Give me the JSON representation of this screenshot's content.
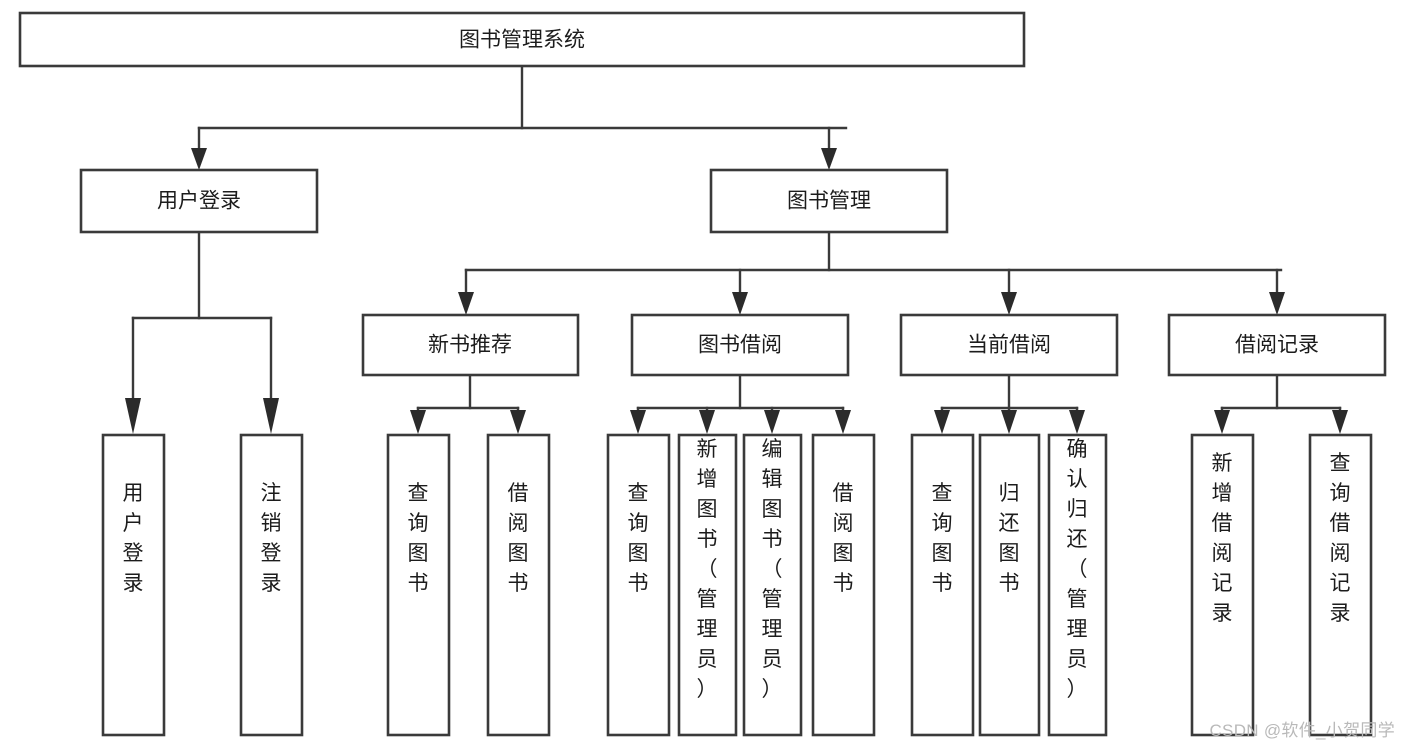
{
  "diagram": {
    "type": "tree",
    "title": "图书管理系统",
    "orientation": "top-down",
    "colors": {
      "box_stroke": "#3a3a3a",
      "box_fill": "#ffffff",
      "connector": "#3a3a3a",
      "text": "#1c1c1c",
      "background": "#ffffff",
      "watermark": "#b9b9b9"
    },
    "nodes": {
      "root": {
        "label": "图书管理系统"
      },
      "level2": [
        {
          "label": "用户登录"
        },
        {
          "label": "图书管理"
        }
      ],
      "level3": [
        {
          "label": "新书推荐"
        },
        {
          "label": "图书借阅"
        },
        {
          "label": "当前借阅"
        },
        {
          "label": "借阅记录"
        }
      ],
      "leaves": {
        "user_login": [
          {
            "label": "用户登录"
          },
          {
            "label": "注销登录"
          }
        ],
        "new_book": [
          {
            "label": "查询图书"
          },
          {
            "label": "借阅图书"
          }
        ],
        "book_borrow": [
          {
            "label": "查询图书"
          },
          {
            "label": "新增图书（管理员）"
          },
          {
            "label": "编辑图书（管理员）"
          },
          {
            "label": "借阅图书"
          }
        ],
        "current_borrow": [
          {
            "label": "查询图书"
          },
          {
            "label": "归还图书"
          },
          {
            "label": "确认归还（管理员）"
          }
        ],
        "borrow_record": [
          {
            "label": "新增借阅记录"
          },
          {
            "label": "查询借阅记录"
          }
        ]
      }
    },
    "watermark": "CSDN @软件_小贺同学"
  }
}
